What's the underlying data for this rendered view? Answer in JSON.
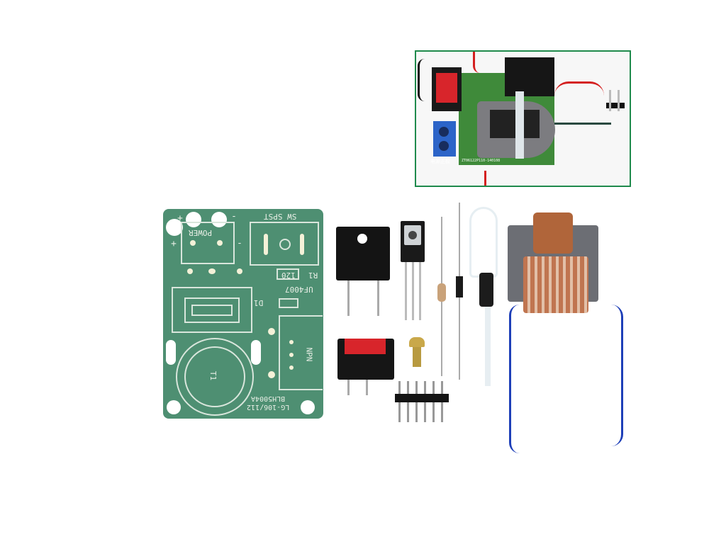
{
  "inset": {
    "board_text_cn": "电源正极",
    "board_code": "ZT06122P110-140108"
  },
  "pcb": {
    "sw_label": "SW SPST",
    "power_label": "POWER",
    "plus": "+",
    "minus": "-",
    "r1_label": "R1",
    "r1_value": "120",
    "diode_part": "UF4007",
    "d1_label": "D1",
    "transistor_label": "NPN",
    "transformer_label": "T1",
    "part_code": "BLH5004A",
    "model": "LG-106/112"
  },
  "colors": {
    "pcb": "#4e8f72",
    "switch_red": "#d8252b",
    "wire_blue": "#1e3fb8",
    "copper": "#b86a3a",
    "inset_border": "#1f8a4c"
  }
}
